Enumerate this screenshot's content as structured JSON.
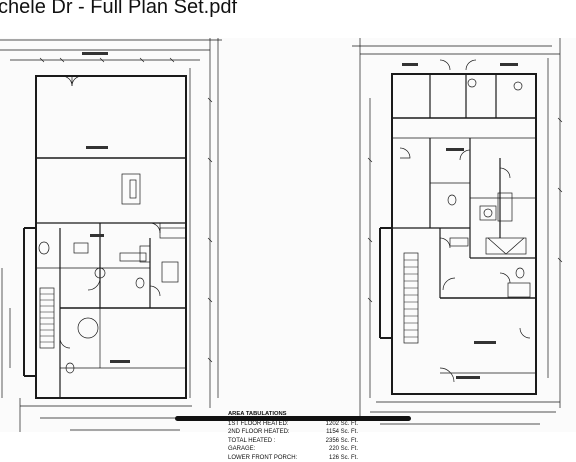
{
  "window": {
    "title": "chele Dr - Full Plan Set.pdf"
  },
  "plan": {
    "area_tabulations": {
      "heading": "AREA TABULATIONS",
      "rows": [
        {
          "label": "1ST FLOOR HEATED:",
          "value": "1202 Sc. Ft."
        },
        {
          "label": "2ND FLOOR HEATED:",
          "value": "1154 Sc. Ft."
        },
        {
          "label": "TOTAL HEATED :",
          "value": "2356 Sc. Ft."
        },
        {
          "label": "GARAGE:",
          "value": "220 Sc. Ft."
        },
        {
          "label": "LOWER FRONT PORCH:",
          "value": "126 Sc. Ft."
        }
      ]
    }
  },
  "colors": {
    "line": "#1a1a1a",
    "background": "#fbfbfb"
  }
}
